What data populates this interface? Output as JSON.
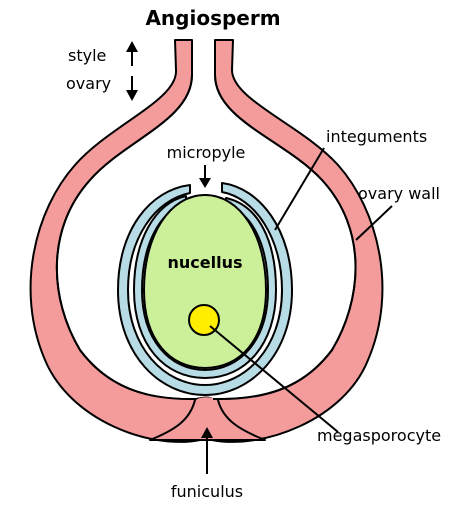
{
  "title": "Angiosperm",
  "labels": {
    "style": "style",
    "ovary": "ovary",
    "micropyle": "micropyle",
    "integuments": "integuments",
    "ovary_wall": "ovary wall",
    "nucellus": "nucellus",
    "megasporocyte": "megasporocyte",
    "funiculus": "funiculus"
  },
  "colors": {
    "ovary_wall": "#f49c9c",
    "integuments": "#b8dce6",
    "nucellus": "#ccf09a",
    "megasporocyte": "#ffee00",
    "outline": "#000000"
  }
}
